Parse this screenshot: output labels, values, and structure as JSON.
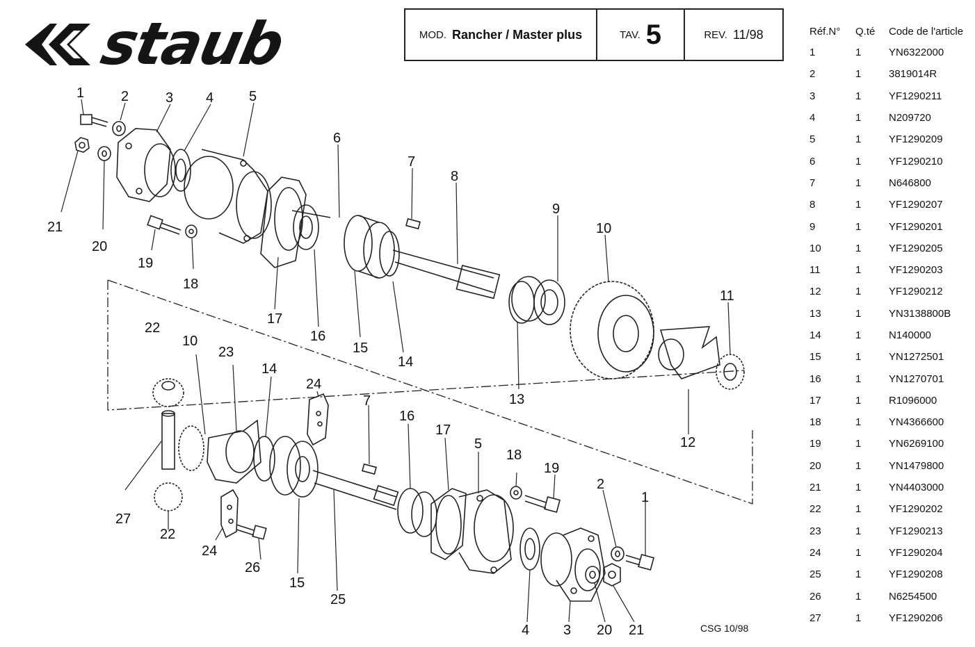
{
  "brand": {
    "name": "staub"
  },
  "header": {
    "model_label": "MOD.",
    "model_value": "Rancher / Master plus",
    "tav_label": "TAV.",
    "tav_value": "5",
    "rev_label": "REV.",
    "rev_value": "11/98"
  },
  "table": {
    "headers": [
      "Réf.N°",
      "Q.té",
      "Code de l'article"
    ],
    "rows": [
      {
        "ref": "1",
        "qty": "1",
        "code": "YN6322000"
      },
      {
        "ref": "2",
        "qty": "1",
        "code": "3819014R"
      },
      {
        "ref": "3",
        "qty": "1",
        "code": "YF1290211"
      },
      {
        "ref": "4",
        "qty": "1",
        "code": "N209720"
      },
      {
        "ref": "5",
        "qty": "1",
        "code": "YF1290209"
      },
      {
        "ref": "6",
        "qty": "1",
        "code": "YF1290210"
      },
      {
        "ref": "7",
        "qty": "1",
        "code": "N646800"
      },
      {
        "ref": "8",
        "qty": "1",
        "code": "YF1290207"
      },
      {
        "ref": "9",
        "qty": "1",
        "code": "YF1290201"
      },
      {
        "ref": "10",
        "qty": "1",
        "code": "YF1290205"
      },
      {
        "ref": "11",
        "qty": "1",
        "code": "YF1290203"
      },
      {
        "ref": "12",
        "qty": "1",
        "code": "YF1290212"
      },
      {
        "ref": "13",
        "qty": "1",
        "code": "YN3138800B"
      },
      {
        "ref": "14",
        "qty": "1",
        "code": "N140000"
      },
      {
        "ref": "15",
        "qty": "1",
        "code": "YN1272501"
      },
      {
        "ref": "16",
        "qty": "1",
        "code": "YN1270701"
      },
      {
        "ref": "17",
        "qty": "1",
        "code": "R1096000"
      },
      {
        "ref": "18",
        "qty": "1",
        "code": "YN4366600"
      },
      {
        "ref": "19",
        "qty": "1",
        "code": "YN6269100"
      },
      {
        "ref": "20",
        "qty": "1",
        "code": "YN1479800"
      },
      {
        "ref": "21",
        "qty": "1",
        "code": "YN4403000"
      },
      {
        "ref": "22",
        "qty": "1",
        "code": "YF1290202"
      },
      {
        "ref": "23",
        "qty": "1",
        "code": "YF1290213"
      },
      {
        "ref": "24",
        "qty": "1",
        "code": "YF1290204"
      },
      {
        "ref": "25",
        "qty": "1",
        "code": "YF1290208"
      },
      {
        "ref": "26",
        "qty": "1",
        "code": "N6254500"
      },
      {
        "ref": "27",
        "qty": "1",
        "code": "YF1290206"
      }
    ]
  },
  "diagram": {
    "callouts_top": [
      "1",
      "2",
      "3",
      "4",
      "5",
      "6",
      "7",
      "8",
      "9",
      "10",
      "11",
      "12",
      "13",
      "14",
      "15",
      "16",
      "17",
      "18",
      "19",
      "20",
      "21"
    ],
    "callouts_bottom": [
      "22",
      "10",
      "23",
      "14",
      "24",
      "7",
      "16",
      "17",
      "5",
      "18",
      "19",
      "2",
      "1",
      "27",
      "22",
      "24",
      "26",
      "15",
      "25",
      "4",
      "3",
      "20",
      "21"
    ]
  },
  "footer": {
    "code": "CSG 10/98"
  }
}
